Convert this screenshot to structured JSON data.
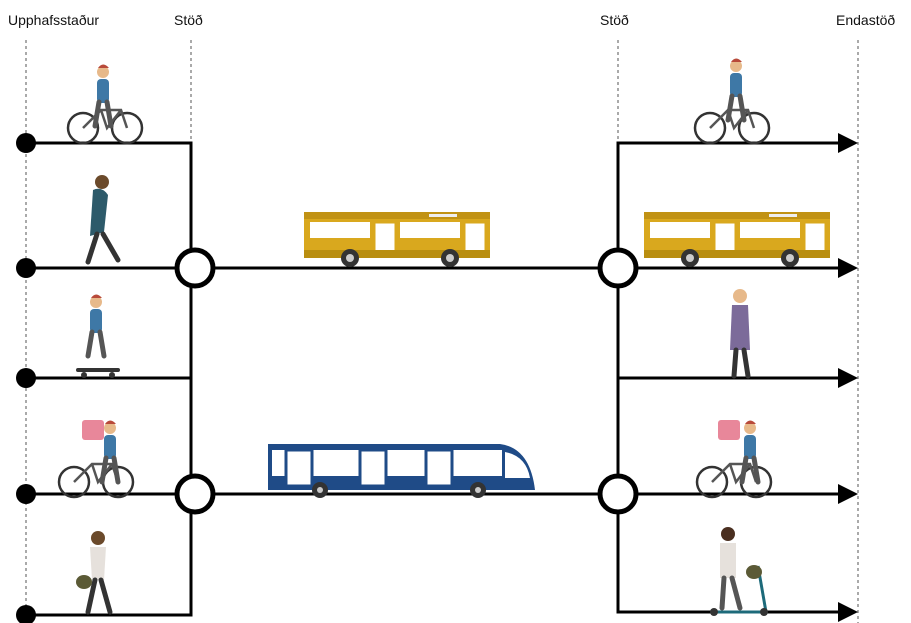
{
  "labels": {
    "start": "Upphafsstaður",
    "stop_left": "Stöð",
    "stop_right": "Stöð",
    "end": "Endastöð"
  },
  "colors": {
    "line": "#000000",
    "dashed": "#555555",
    "bus_yellow": "#d9a81e",
    "bus_blue": "#1f4b87",
    "window": "#ffffff"
  },
  "left_travelers": [
    "cyclist-basket",
    "walker-phone",
    "skateboarder",
    "delivery-cyclist",
    "pedestrian-handbag"
  ],
  "right_travelers": [
    "cyclist",
    "yellow-bus",
    "pedestrian",
    "delivery-cyclist",
    "scooter-rider"
  ],
  "transit": [
    "yellow-bus",
    "blue-bus"
  ]
}
